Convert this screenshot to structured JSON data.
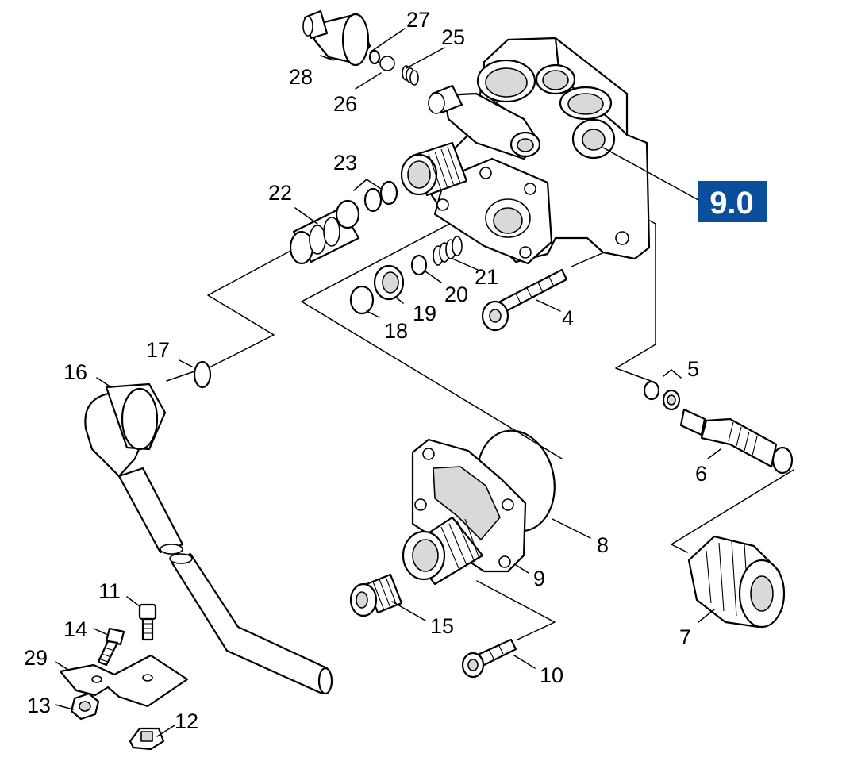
{
  "diagram": {
    "badge": {
      "label": "9.0",
      "color": "#0a4f9c"
    },
    "callouts": [
      {
        "id": "c28",
        "text": "28"
      },
      {
        "id": "c27",
        "text": "27"
      },
      {
        "id": "c25",
        "text": "25"
      },
      {
        "id": "c26",
        "text": "26"
      },
      {
        "id": "c23",
        "text": "23"
      },
      {
        "id": "c22",
        "text": "22"
      },
      {
        "id": "c21",
        "text": "21"
      },
      {
        "id": "c20",
        "text": "20"
      },
      {
        "id": "c19",
        "text": "19"
      },
      {
        "id": "c18",
        "text": "18"
      },
      {
        "id": "c4",
        "text": "4"
      },
      {
        "id": "c5",
        "text": "5"
      },
      {
        "id": "c6",
        "text": "6"
      },
      {
        "id": "c17",
        "text": "17"
      },
      {
        "id": "c16",
        "text": "16"
      },
      {
        "id": "c8",
        "text": "8"
      },
      {
        "id": "c9",
        "text": "9"
      },
      {
        "id": "c15",
        "text": "15"
      },
      {
        "id": "c10",
        "text": "10"
      },
      {
        "id": "c7",
        "text": "7"
      },
      {
        "id": "c11",
        "text": "11"
      },
      {
        "id": "c14",
        "text": "14"
      },
      {
        "id": "c29",
        "text": "29"
      },
      {
        "id": "c13",
        "text": "13"
      },
      {
        "id": "c12",
        "text": "12"
      }
    ]
  }
}
